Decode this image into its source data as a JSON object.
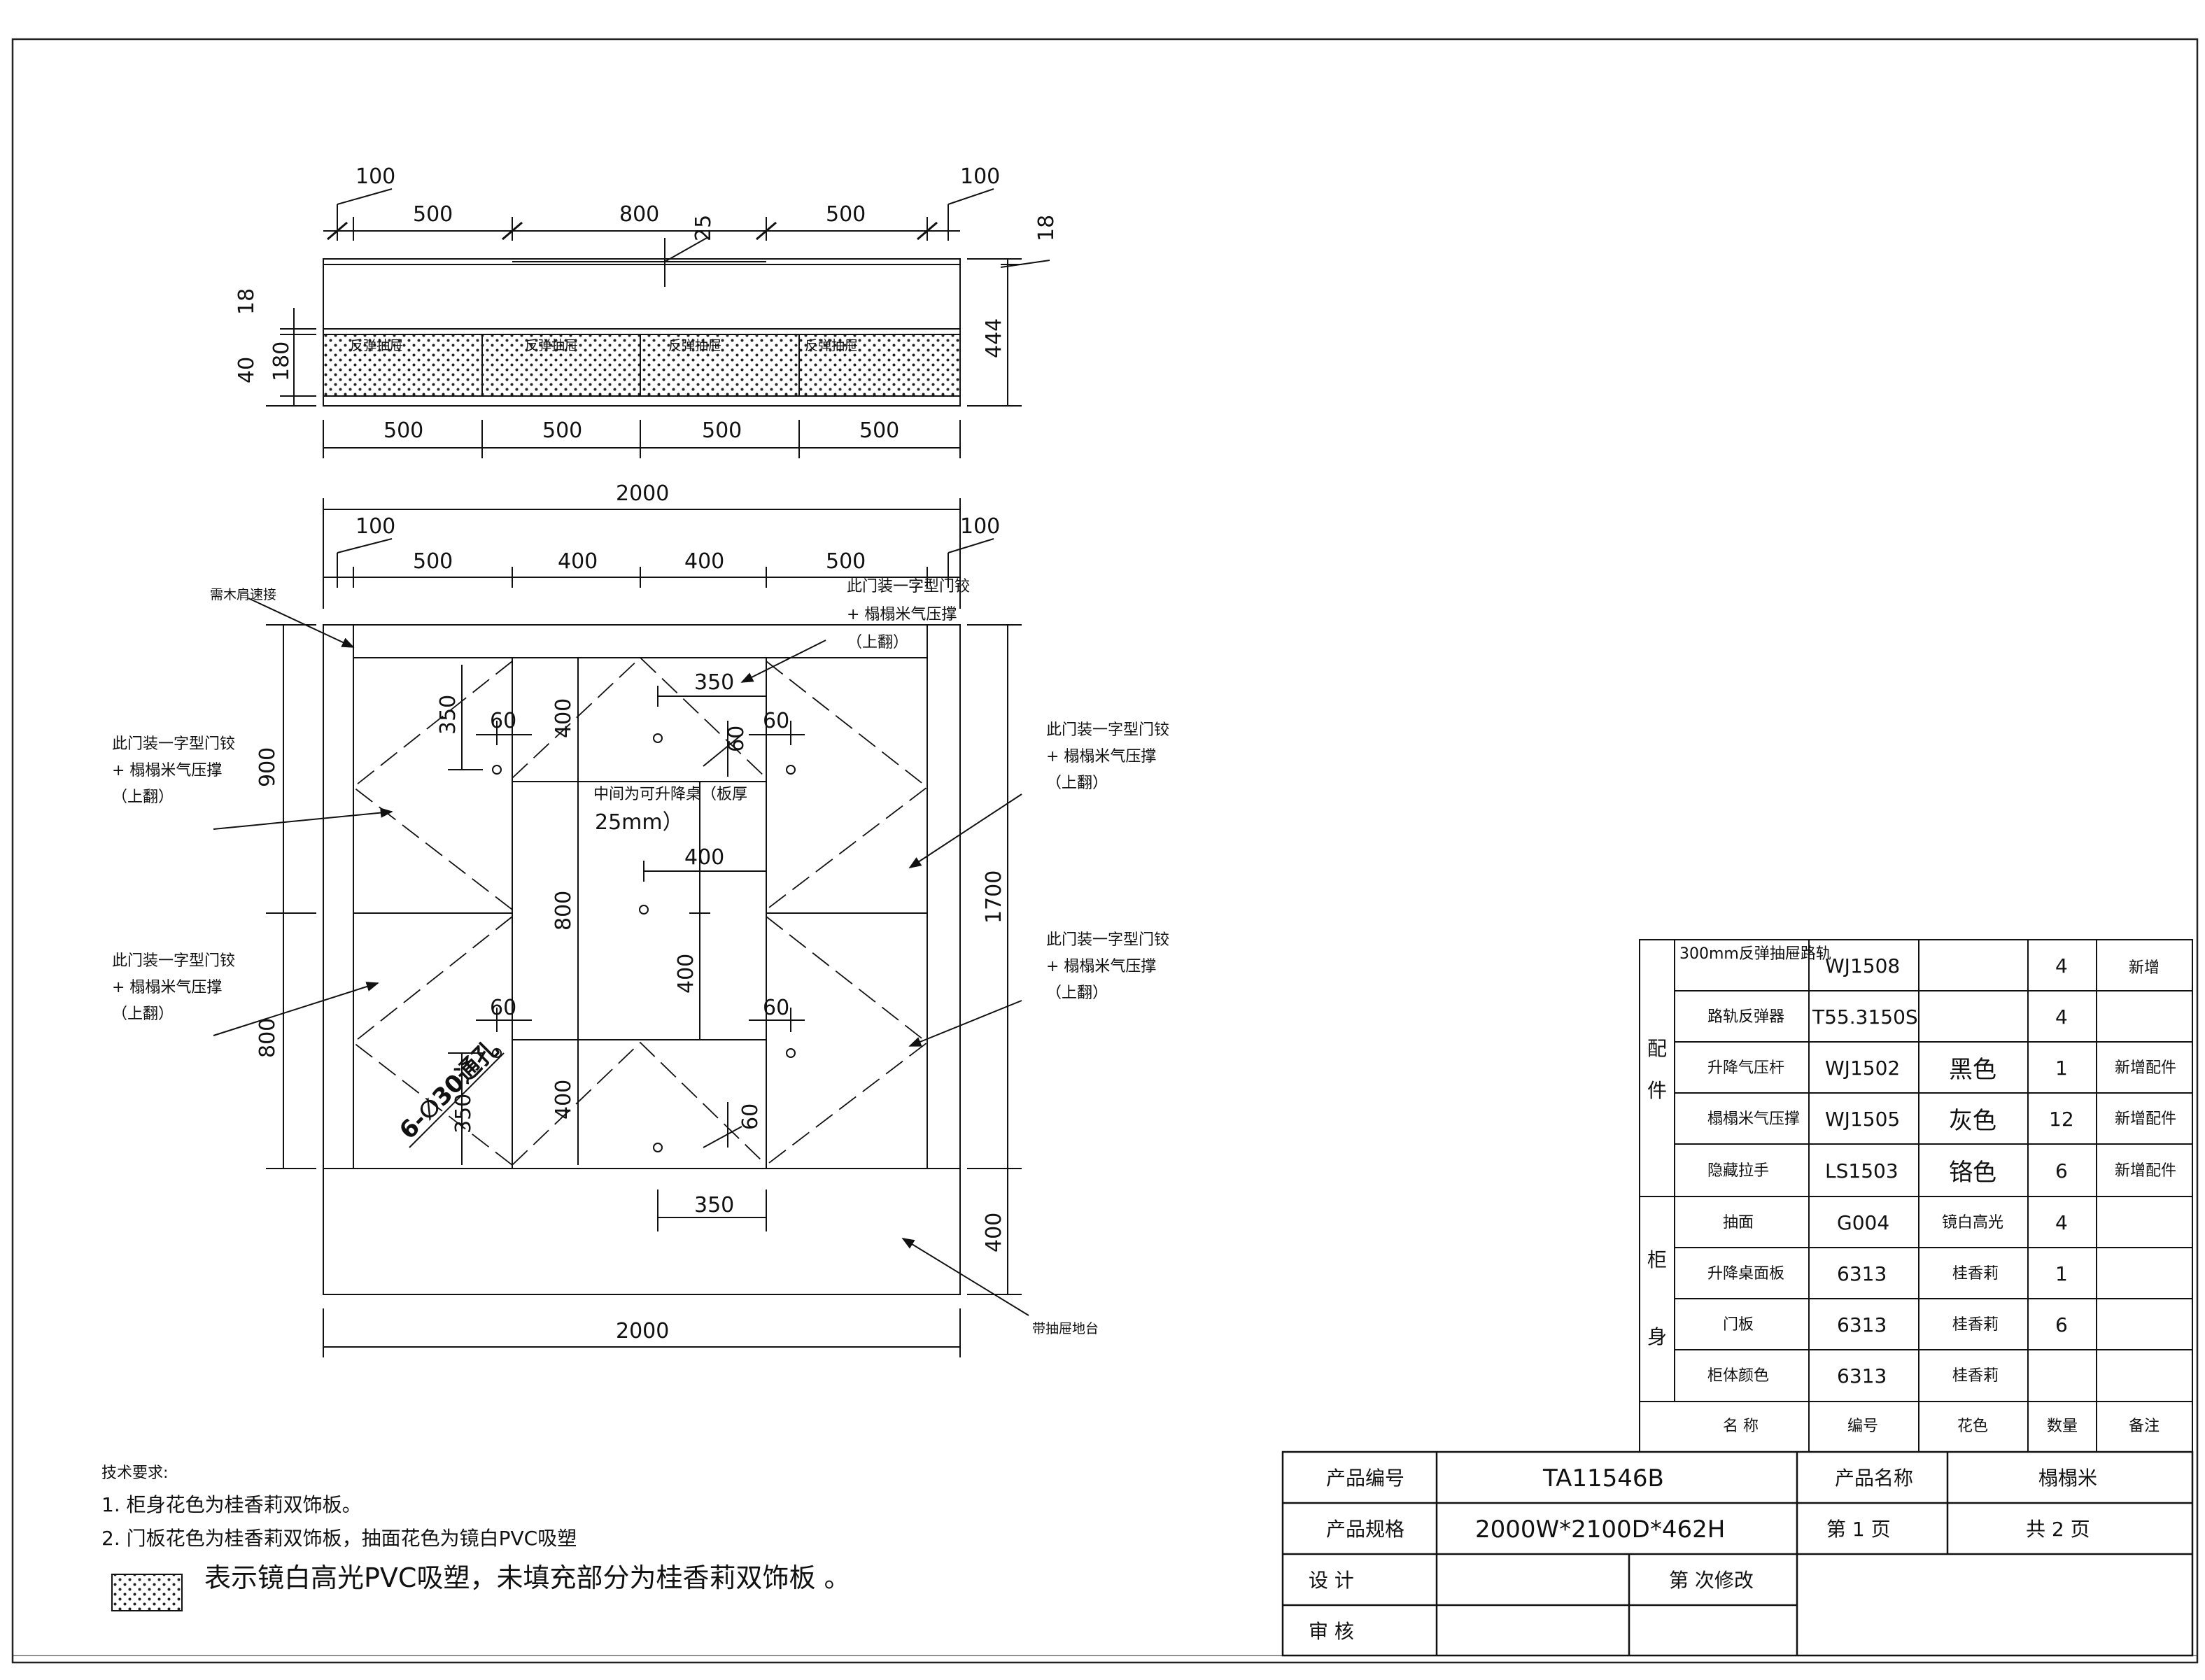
{
  "top_view": {
    "dims_top": [
      "100",
      "500",
      "800",
      "500",
      "100"
    ],
    "dim_25": "25",
    "dim_18_right": "18",
    "dim_444": "444",
    "dim_18_left": "18",
    "dim_180": "180",
    "dim_40": "40",
    "drawer_label": "反弹抽屉",
    "dims_bottom": [
      "500",
      "500",
      "500",
      "500"
    ]
  },
  "front_view": {
    "overall_top": "2000",
    "dims_top": [
      "100",
      "500",
      "400",
      "400",
      "500",
      "100"
    ],
    "overall_bottom": "2000",
    "dim_900": "900",
    "dim_800_left": "800",
    "dim_1700": "1700",
    "dim_400_right": "400",
    "dim_350_a": "350",
    "dim_350_b": "350",
    "dim_350_top": "350",
    "dim_350_bottom": "350",
    "dim_60": "60",
    "dim_400_v1": "400",
    "dim_400_v2": "400",
    "dim_400_h": "400",
    "dim_400_mid_v": "400",
    "dim_800_center": "800",
    "hole_note": "6-∅30通孔",
    "center_note_1": "中间为可升降桌（板厚",
    "center_note_2": "25mm）",
    "label_edge": "需木肩速接",
    "label_bottom": "带抽屉地台",
    "door_note_1": "此门装一字型门铰",
    "door_note_2": "+ 榻榻米气压撑",
    "door_note_3": "（上翻）"
  },
  "tech": {
    "title": "技术要求:",
    "line1": "1. 柜身花色为桂香莉双饰板。",
    "line2": "2. 门板花色为桂香莉双饰板，抽面花色为镜白PVC吸塑",
    "legend": "表示镜白高光PVC吸塑，未填充部分为桂香莉双饰板 。"
  },
  "parts_table": {
    "group_parts": [
      "配",
      "件"
    ],
    "group_body": [
      "柜",
      "身"
    ],
    "rows": [
      {
        "name": "300mm反弹抽屉路轨",
        "code": "WJ1508",
        "color": "",
        "qty": "4",
        "note": "新增"
      },
      {
        "name": "路轨反弹器",
        "code": "T55.3150S",
        "color": "",
        "qty": "4",
        "note": ""
      },
      {
        "name": "升降气压杆",
        "code": "WJ1502",
        "color": "黑色",
        "qty": "1",
        "note": "新增配件"
      },
      {
        "name": "榻榻米气压撑",
        "code": "WJ1505",
        "color": "灰色",
        "qty": "12",
        "note": "新增配件"
      },
      {
        "name": "隐藏拉手",
        "code": "LS1503",
        "color": "铬色",
        "qty": "6",
        "note": "新增配件"
      },
      {
        "name": "抽面",
        "code": "G004",
        "color": "镜白高光",
        "qty": "4",
        "note": ""
      },
      {
        "name": "升降桌面板",
        "code": "6313",
        "color": "桂香莉",
        "qty": "1",
        "note": ""
      },
      {
        "name": "门板",
        "code": "6313",
        "color": "桂香莉",
        "qty": "6",
        "note": ""
      },
      {
        "name": "柜体颜色",
        "code": "6313",
        "color": "桂香莉",
        "qty": "",
        "note": ""
      }
    ],
    "header": {
      "name": "名 称",
      "code": "编号",
      "color": "花色",
      "qty": "数量",
      "note": "备注"
    }
  },
  "title_block": {
    "product_code_label": "产品编号",
    "product_code": "TA11546B",
    "product_name_label": "产品名称",
    "product_name": "榻榻米",
    "spec_label": "产品规格",
    "spec": "2000W*2100D*462H",
    "page": "第 1 页",
    "total": "共 2 页",
    "design": "设      计",
    "revision": "第  次修改",
    "review": "审      核"
  }
}
